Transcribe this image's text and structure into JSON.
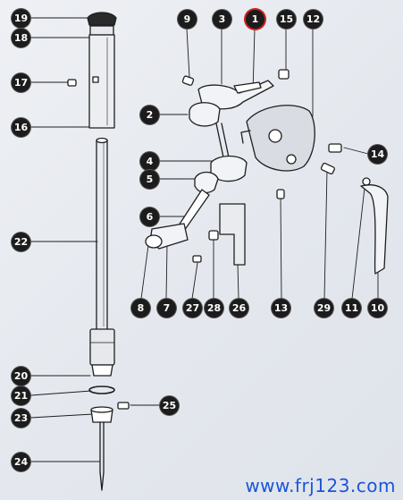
{
  "callouts": [
    {
      "label": "19"
    },
    {
      "label": "18"
    },
    {
      "label": "17"
    },
    {
      "label": "16"
    },
    {
      "label": "22"
    },
    {
      "label": "20"
    },
    {
      "label": "21"
    },
    {
      "label": "23"
    },
    {
      "label": "24"
    },
    {
      "label": "25"
    },
    {
      "label": "9"
    },
    {
      "label": "3"
    },
    {
      "label": "1"
    },
    {
      "label": "15"
    },
    {
      "label": "12"
    },
    {
      "label": "2"
    },
    {
      "label": "14"
    },
    {
      "label": "4"
    },
    {
      "label": "5"
    },
    {
      "label": "6"
    },
    {
      "label": "8"
    },
    {
      "label": "7"
    },
    {
      "label": "27"
    },
    {
      "label": "28"
    },
    {
      "label": "26"
    },
    {
      "label": "13"
    },
    {
      "label": "29"
    },
    {
      "label": "11"
    },
    {
      "label": "10"
    }
  ],
  "watermark": {
    "text": "www.frj123.com"
  },
  "colors": {
    "line": "#1e1e1e",
    "highlight": "#d21f1f",
    "watermark": "#1a55d6"
  }
}
